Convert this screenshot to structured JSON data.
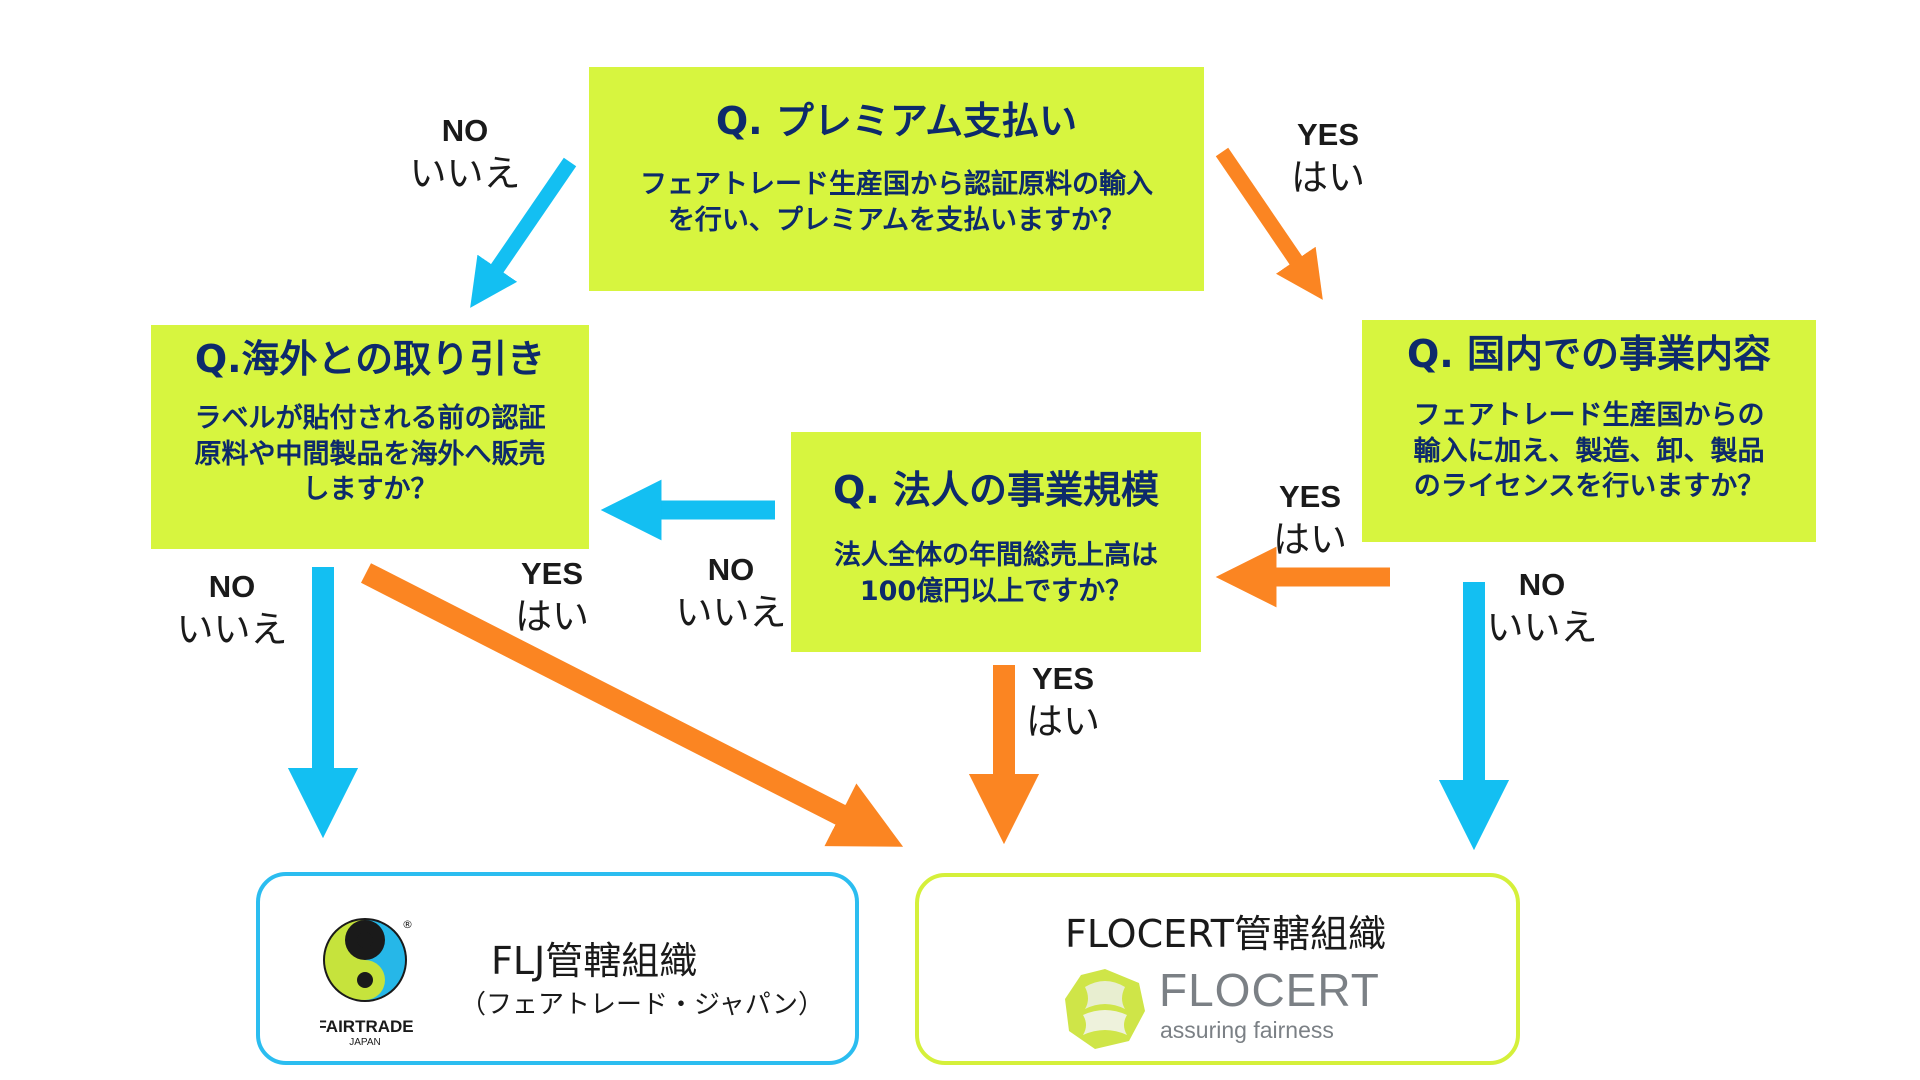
{
  "q1": {
    "title": "Q. プレミアム支払い",
    "body": "フェアトレード生産国から認証原料の輸入\nを行い、プレミアムを支払いますか？"
  },
  "q2": {
    "title": "Q.海外との取り引き",
    "body": "ラベルが貼付される前の認証\n原料や中間製品を海外へ販売\nしますか？"
  },
  "q3": {
    "title": "Q. 国内での事業内容",
    "body": "フェアトレード生産国からの\n輸入に加え、製造、卸、製品\nのライセンスを行いますか？"
  },
  "q4": {
    "title": "Q. 法人の事業規模",
    "body": "法人全体の年間総売上高は\n100億円以上ですか？"
  },
  "answers": {
    "no_en": "NO",
    "no_jp": "いいえ",
    "yes_en": "YES",
    "yes_jp": "はい"
  },
  "results": {
    "flj": {
      "title": "FLJ管轄組織",
      "subtitle": "（フェアトレード・ジャパン）",
      "logo_text": "FAIRTRADE",
      "logo_sub": "JAPAN",
      "logo_mark": "®"
    },
    "flocert": {
      "title": "FLOCERT管轄組織",
      "logo_text": "FLOCERT",
      "logo_tagline": "assuring fairness"
    }
  },
  "colors": {
    "box": "#d7f53f",
    "text": "#0d2a6b",
    "no_arrow": "#13bff2",
    "yes_arrow": "#fb8522",
    "flj_border": "#2bbdf0",
    "flocert_border": "#d5f03a"
  }
}
